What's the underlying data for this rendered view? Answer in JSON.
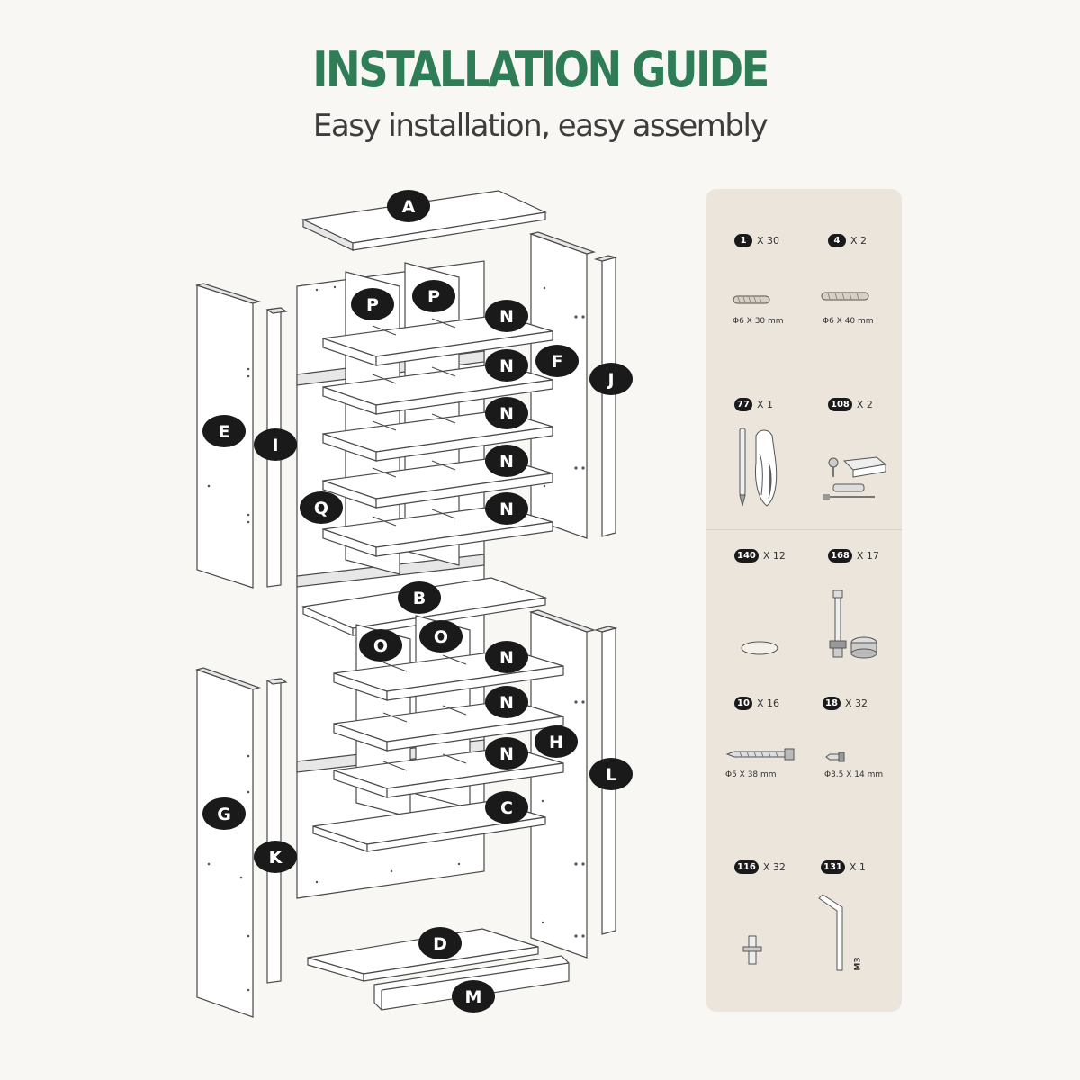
{
  "header": {
    "title": "INSTALLATION GUIDE",
    "subtitle": "Easy installation, easy assembly"
  },
  "colors": {
    "title": "#2e7d57",
    "label_badge": "#1a1a1a",
    "panel_bg": "#ebe5dc",
    "page_bg": "#f8f7f4"
  },
  "part_labels": [
    "A",
    "B",
    "C",
    "D",
    "E",
    "F",
    "G",
    "H",
    "I",
    "J",
    "K",
    "L",
    "M",
    "N",
    "O",
    "P",
    "Q"
  ],
  "hardware": [
    {
      "id": "1",
      "qty": "X 30",
      "dim": "Φ6 X 30 mm",
      "icon": "wood-dowel-icon"
    },
    {
      "id": "4",
      "qty": "X 2",
      "dim": "Φ6 X 40 mm",
      "icon": "wood-dowel-long-icon"
    },
    {
      "id": "77",
      "qty": "X 1",
      "dim": "",
      "icon": "screwdriver-icon"
    },
    {
      "id": "108",
      "qty": "X 2",
      "dim": "",
      "icon": "anti-tip-kit-icon"
    },
    {
      "id": "140",
      "qty": "X 12",
      "dim": "",
      "icon": "cover-cap-icon"
    },
    {
      "id": "168",
      "qty": "X 17",
      "dim": "",
      "icon": "cam-lock-icon"
    },
    {
      "id": "10",
      "qty": "X 16",
      "dim": "Φ5 X 38 mm",
      "icon": "long-screw-icon"
    },
    {
      "id": "18",
      "qty": "X 32",
      "dim": "Φ3.5 X 14 mm",
      "icon": "short-screw-icon"
    },
    {
      "id": "116",
      "qty": "X 32",
      "dim": "",
      "icon": "shelf-pin-icon"
    },
    {
      "id": "131",
      "qty": "X 1",
      "dim": "",
      "icon": "allen-key-icon",
      "marking": "M3"
    }
  ]
}
